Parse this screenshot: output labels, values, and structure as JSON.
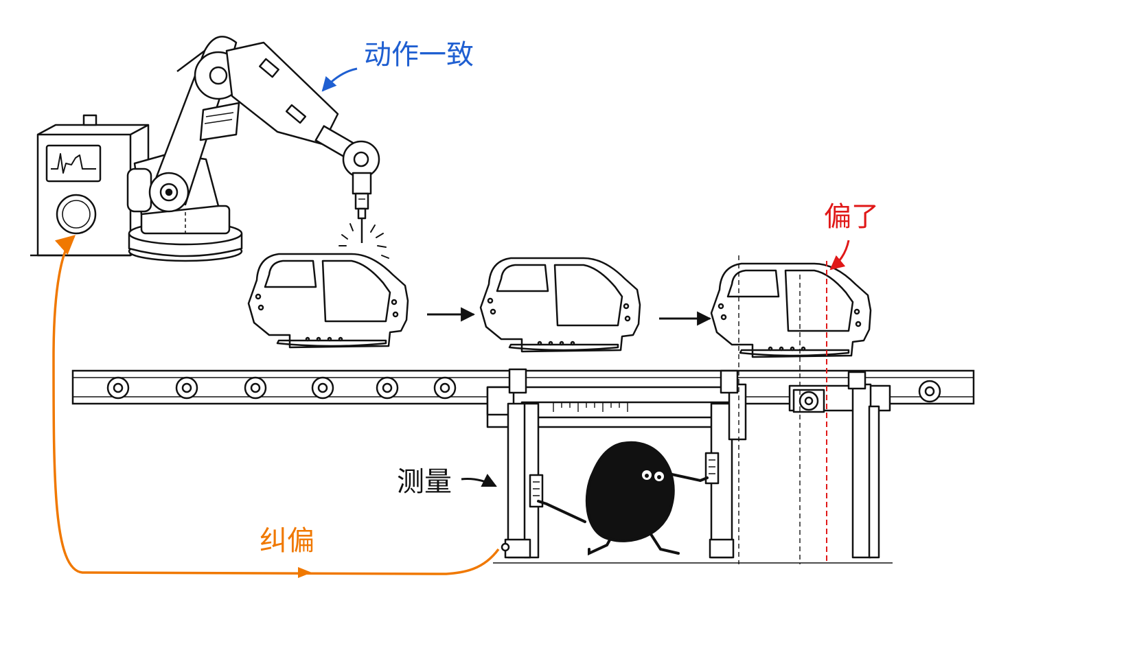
{
  "labels": {
    "consistent": "动作一致",
    "offset": "偏了",
    "measure": "测量",
    "correct": "纠偏"
  },
  "colors": {
    "consistent": "#1f5fd1",
    "offset": "#e01818",
    "measure": "#111111",
    "correct": "#f07800",
    "ink": "#111111"
  }
}
